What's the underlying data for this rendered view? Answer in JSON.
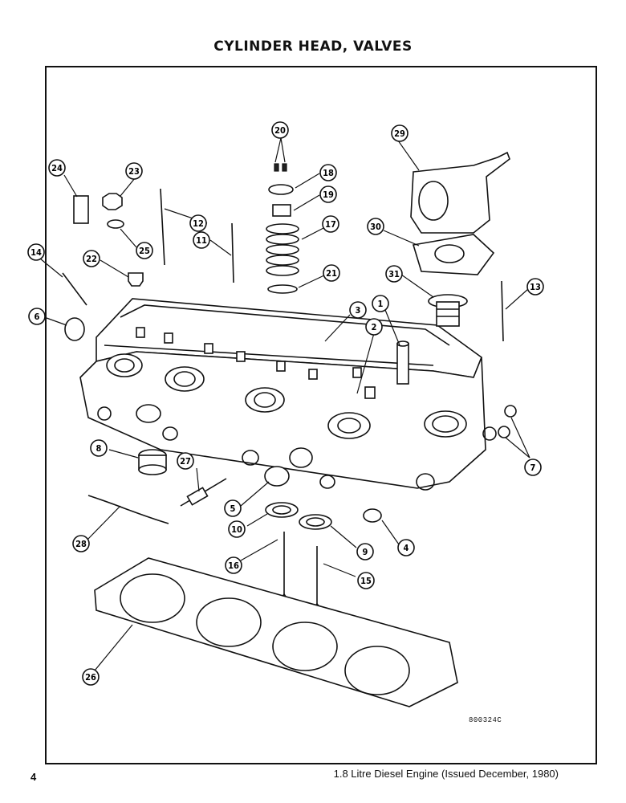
{
  "page": {
    "title": "CYLINDER HEAD, VALVES",
    "drawing_code": "800324C",
    "page_number": "4",
    "footer": "1.8 Litre Diesel Engine (Issued December, 1980)"
  },
  "callouts": [
    "1",
    "2",
    "3",
    "4",
    "5",
    "6",
    "7",
    "8",
    "9",
    "10",
    "11",
    "12",
    "13",
    "14",
    "15",
    "16",
    "17",
    "18",
    "19",
    "20",
    "21",
    "22",
    "23",
    "24",
    "25",
    "26",
    "27",
    "28",
    "29",
    "30",
    "31"
  ]
}
